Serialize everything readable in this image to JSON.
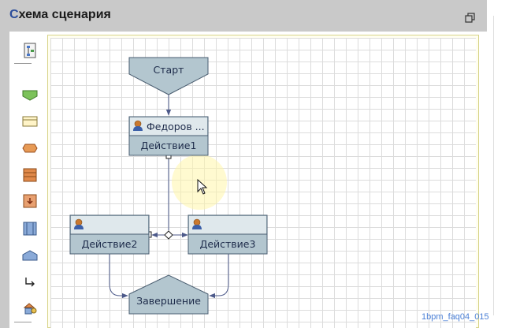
{
  "panel": {
    "title_first": "С",
    "title_rest": "хема сценария",
    "restore_icon": "restore-window-icon"
  },
  "toolbar": {
    "items": [
      {
        "name": "layout-icon"
      },
      {
        "name": "start-shape-icon"
      },
      {
        "name": "action-shape-icon"
      },
      {
        "name": "decision-shape-icon"
      },
      {
        "name": "subprocess-shape-icon"
      },
      {
        "name": "event-shape-icon"
      },
      {
        "name": "block-shape-icon"
      },
      {
        "name": "end-shape-icon"
      },
      {
        "name": "connector-icon"
      },
      {
        "name": "shapes-icon"
      }
    ]
  },
  "diagram": {
    "start_label": "Старт",
    "action1_header": "Федоров ...",
    "action1_label": "Действие1",
    "action2_label": "Действие2",
    "action3_label": "Действие3",
    "end_label": "Завершение"
  },
  "colors": {
    "shape_fill": "#b3c6cf",
    "shape_fill_light": "#dfe8ec",
    "shape_stroke": "#4a5d70",
    "connector": "#4d5a8a",
    "title_accent": "#2b4d9b"
  },
  "watermark": "1bpm_faq04_015"
}
